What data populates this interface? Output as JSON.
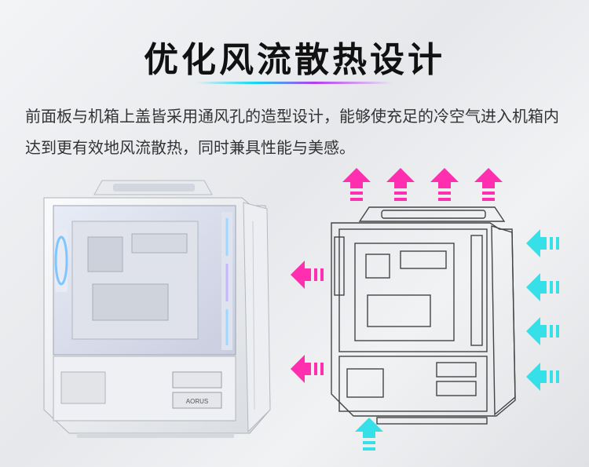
{
  "heading": "优化风流散热设计",
  "description": "前面板与机箱上盖皆采用通风孔的造型设计，能够使充足的冷空气进入机箱内达到更有效地风流散热，同时兼具性能与美感。",
  "psu_logo_text": "AORUS",
  "colors": {
    "exhaust_arrow": "#ff2fb0",
    "intake_arrow": "#35e0e8",
    "title_accent_cyan": "#11d8f0",
    "title_accent_magenta": "#b33cf0"
  },
  "arrows": {
    "top_exhaust": {
      "count": 4,
      "direction": "up",
      "type": "exhaust"
    },
    "rear_exhaust": {
      "count": 2,
      "direction": "left",
      "type": "exhaust"
    },
    "front_intake": {
      "count": 4,
      "direction": "left",
      "type": "intake"
    },
    "bottom_intake": {
      "count": 1,
      "direction": "up",
      "type": "intake"
    }
  }
}
